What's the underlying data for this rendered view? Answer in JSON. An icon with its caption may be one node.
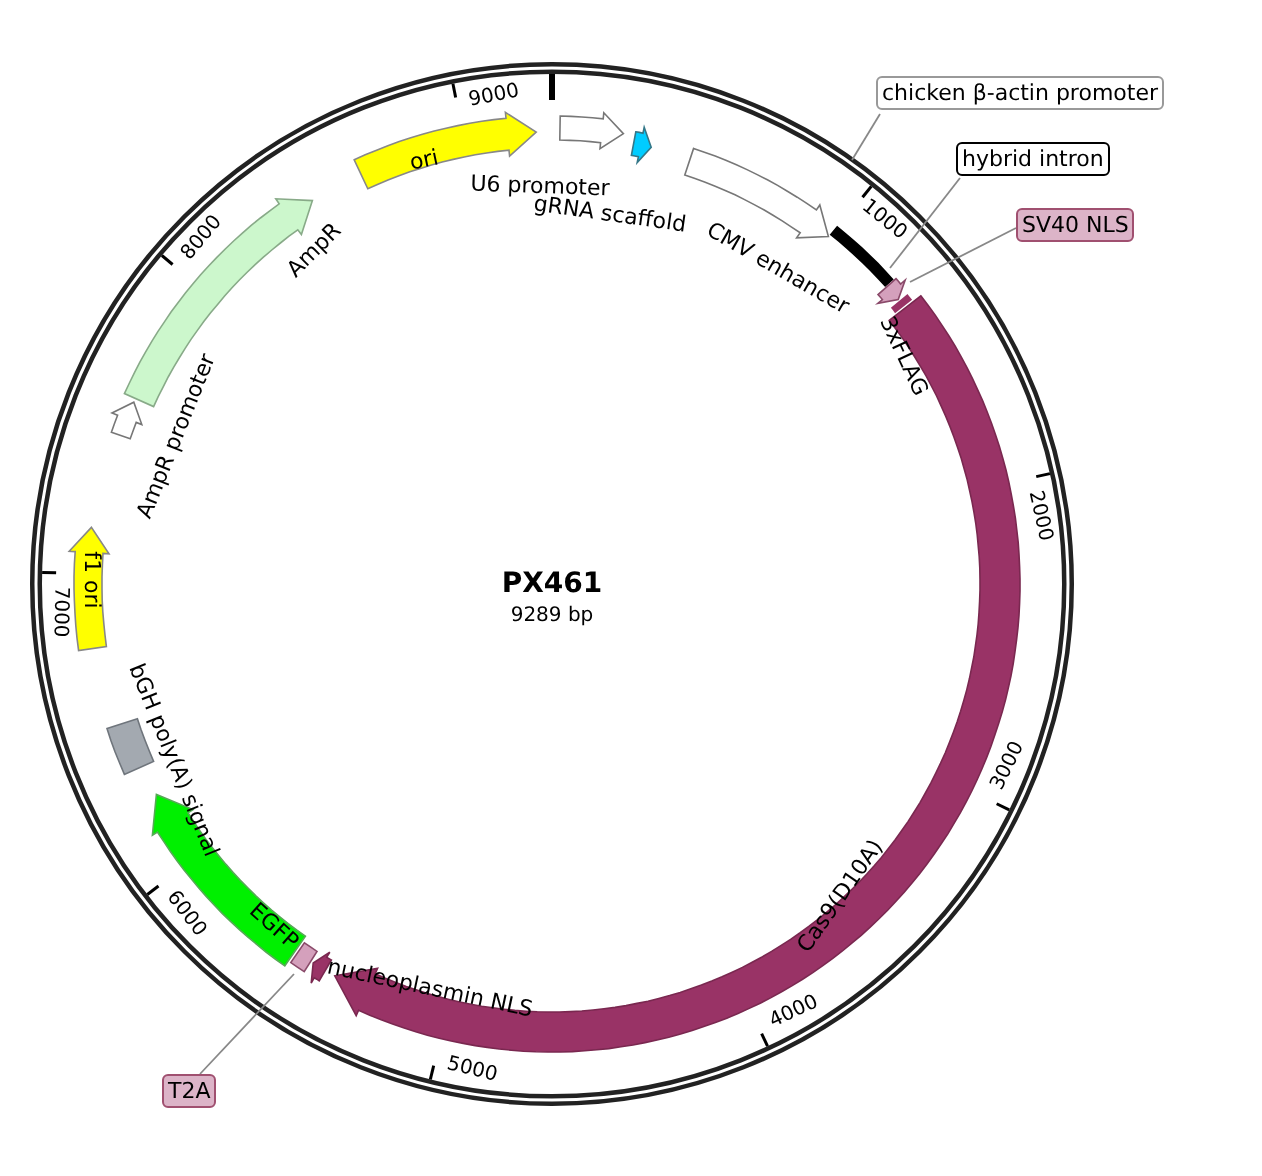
{
  "diagram": {
    "title": "PX461",
    "nodes": [
      {
        "text": [
          "chicken β-actin promoter"
        ]
      },
      {
        "text": [
          "hybrid intron"
        ]
      },
      {
        "text": [
          "SV40 NLS"
        ]
      },
      {
        "text": [
          "T2A"
        ]
      },
      {
        "text": [],
        "shape": "bar"
      },
      {
        "text": [],
        "shape": "arrow"
      },
      {
        "text": [],
        "shape": "bar"
      }
    ],
    "edges": [
      {
        "from": 0,
        "to": null,
        "arrow": "none"
      },
      {
        "from": 1,
        "to": 4,
        "arrow": "none"
      },
      {
        "from": 2,
        "to": 5,
        "arrow": "none"
      },
      {
        "from": 3,
        "to": 6,
        "arrow": "none"
      }
    ],
    "labels": [
      "9289 bp",
      "9000",
      "ori",
      "U6 promoter",
      "gRNA scaffold",
      "1000",
      "CMV enhancer",
      "3xFLAG",
      "2000",
      "3000",
      "Cas9(D10A)",
      "4000",
      "nucleoplasmin NLS",
      "5000",
      "EGFP",
      "6000",
      "bGH poly(A) signal",
      "f1 ori",
      "7000",
      "AmpR promoter",
      "8000",
      "AmpR"
    ]
  }
}
